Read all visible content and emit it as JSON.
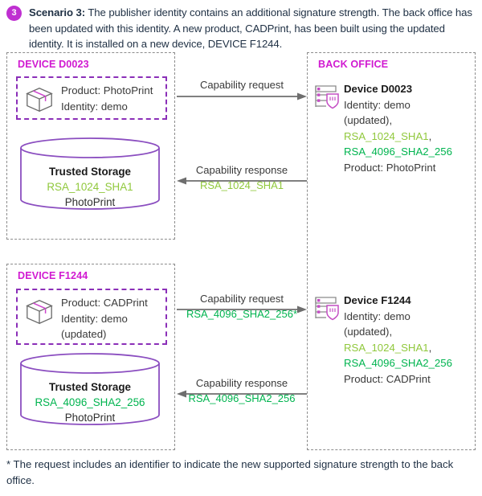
{
  "header": {
    "badge": "3",
    "label": "Scenario 3:",
    "text": " The publisher identity contains an additional signature strength. The back office has been updated with this identity. A new product, CADPrint, has been built using the updated identity. It is installed on a new device, DEVICE F1244."
  },
  "sections": {
    "device1": {
      "title": "DEVICE D0023",
      "product": {
        "line1": "Product: PhotoPrint",
        "line2": "Identity: demo",
        "line3": ""
      },
      "storage": {
        "title": "Trusted Storage",
        "key": "RSA_1024_SHA1",
        "product": "PhotoPrint"
      }
    },
    "device2": {
      "title": "DEVICE F1244",
      "product": {
        "line1": "Product: CADPrint",
        "line2": "Identity: demo",
        "line3": "(updated)"
      },
      "storage": {
        "title": "Trusted Storage",
        "key": "RSA_4096_SHA2_256",
        "product": "PhotoPrint"
      }
    },
    "backoffice": {
      "title": "BACK OFFICE",
      "entry1": {
        "name": "Device D0023",
        "identity_line1": "Identity: demo",
        "identity_line2": "(updated),",
        "key1": "RSA_1024_SHA1",
        "key1_suffix": ",",
        "key2": "RSA_4096_SHA2_256",
        "product": "Product: PhotoPrint"
      },
      "entry2": {
        "name": "Device F1244",
        "identity_line1": "Identity: demo",
        "identity_line2": "(updated),",
        "key1": "RSA_1024_SHA1",
        "key1_suffix": ",",
        "key2": "RSA_4096_SHA2_256",
        "product": "Product: CADPrint"
      }
    }
  },
  "arrows": {
    "request1": {
      "label": "Capability request",
      "sublabel": ""
    },
    "response1": {
      "label": "Capability response",
      "sublabel": "RSA_1024_SHA1"
    },
    "request2": {
      "label": "Capability request",
      "sublabel": "RSA_4096_SHA2_256*"
    },
    "response2": {
      "label": "Capability response",
      "sublabel": "RSA_4096_SHA2_256"
    }
  },
  "footnote": "* The request includes an identifier to indicate the new supported signature strength to the back office.",
  "colors": {
    "magenta": "#d11ad1",
    "purple": "#8b2fb8",
    "green_light": "#90c83c",
    "green_dark": "#00b44f",
    "gray_dash": "#8c8c8c",
    "arrow_gray": "#6e6e6e",
    "text_navy": "#1f3044"
  }
}
